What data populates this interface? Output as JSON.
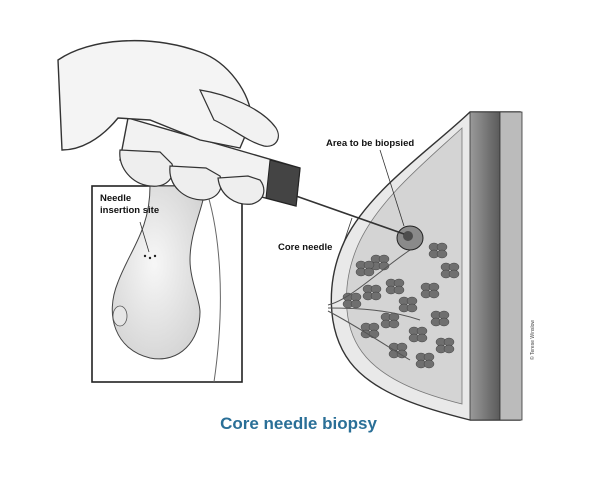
{
  "labels": {
    "area_to_be_biopsied": "Area to be biopsied",
    "core_needle": "Core needle",
    "needle_insertion_line1": "Needle",
    "needle_insertion_line2": "insertion site"
  },
  "caption": "Core needle biopsy",
  "credit": "© Terese Winslow",
  "colors": {
    "caption": "#2a6f97",
    "line": "#333333",
    "tissue_dark": "#6f6f6f",
    "tissue_light": "#bdbdbd"
  }
}
